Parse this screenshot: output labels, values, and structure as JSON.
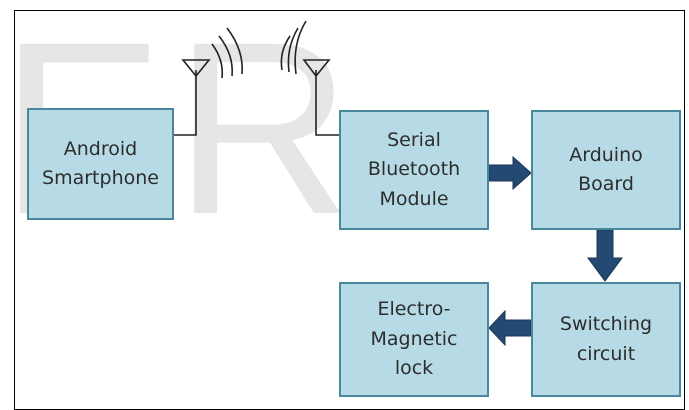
{
  "watermark": {
    "text": "ER"
  },
  "blocks": {
    "android": {
      "label": "Android\nSmartphone"
    },
    "bluetooth": {
      "label": "Serial\nBluetooth\nModule"
    },
    "arduino": {
      "label": "Arduino\nBoard"
    },
    "switching": {
      "label": "Switching\ncircuit"
    },
    "lock": {
      "label": "Electro-\nMagnetic\nlock"
    }
  },
  "colors": {
    "block_fill": "#b7dbe6",
    "block_border": "#49879d",
    "arrow_fill": "#244a73",
    "watermark": "#e6e6e6"
  },
  "connections": [
    {
      "from": "android",
      "to": "bluetooth",
      "kind": "wireless"
    },
    {
      "from": "bluetooth",
      "to": "arduino",
      "kind": "arrow"
    },
    {
      "from": "arduino",
      "to": "switching",
      "kind": "arrow"
    },
    {
      "from": "switching",
      "to": "lock",
      "kind": "arrow"
    }
  ]
}
